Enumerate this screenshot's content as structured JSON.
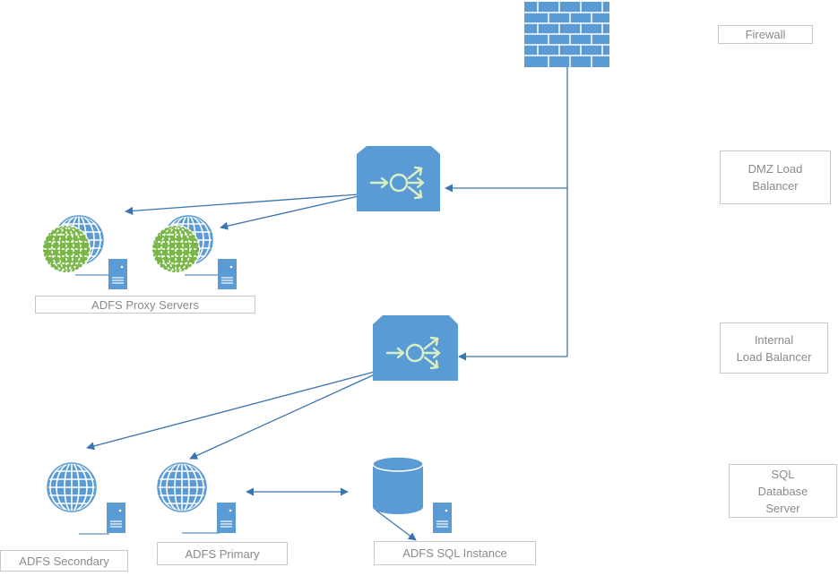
{
  "labels": {
    "firewall": "Firewall",
    "dmz_lb": "DMZ Load\nBalancer",
    "internal_lb": "Internal\nLoad Balancer",
    "sql_server": "SQL\nDatabase\nServer",
    "proxy_servers": "ADFS Proxy Servers",
    "adfs_secondary": "ADFS Secondary",
    "adfs_primary": "ADFS Primary",
    "sql_instance": "ADFS SQL Instance"
  },
  "icons": {
    "firewall": "firewall-icon",
    "load_balancer": "load-balancer-icon",
    "web_server": "globe-server-icon",
    "proxy_server": "proxy-globe-server-icon",
    "database": "database-icon"
  },
  "colors": {
    "primary_blue": "#5b9bd5",
    "dark_blue": "#3a75b0",
    "proxy_green": "#7ab648",
    "label_border": "#c8c8c8",
    "label_text": "#8a8a8a"
  }
}
